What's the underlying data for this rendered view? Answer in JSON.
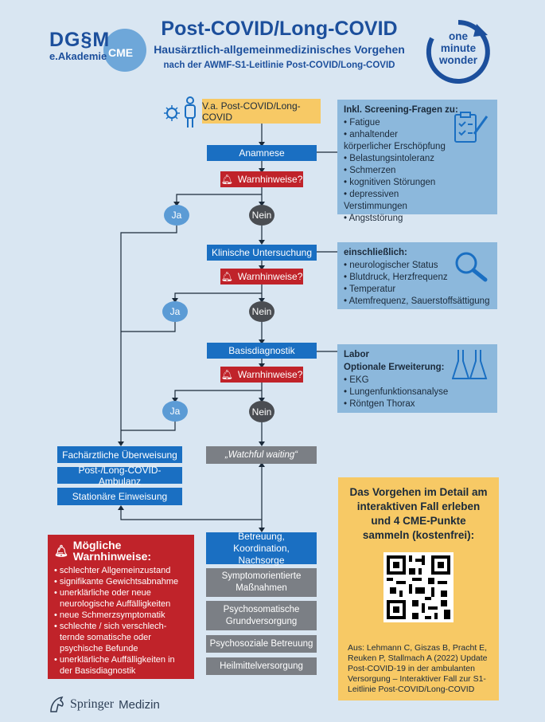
{
  "header": {
    "logo_dgm": "DG§M",
    "logo_akademie": "e.Akademie",
    "logo_cme": "CME",
    "title": "Post-COVID/Long-COVID",
    "subtitle": "Hausärztlich-allgemeinmedizinisches Vorgehen",
    "subtitle2": "nach der AWMF-S1-Leitlinie Post-COVID/Long-COVID",
    "badge_line1": "one",
    "badge_line2": "minute",
    "badge_line3": "wonder"
  },
  "flow": {
    "start": "V.a. Post-COVID/Long-COVID",
    "step1": "Anamnese",
    "step2": "Klinische Untersuchung",
    "step3": "Basisdiagnostik",
    "warn": "Warnhinweise?",
    "ja": "Ja",
    "nein": "Nein",
    "watchful": "„Watchful waiting“",
    "referrals": [
      "Fachärztliche Überweisung",
      "Post-/Long-COVID-Ambulanz",
      "Stationäre Einweisung"
    ],
    "care_head": "Betreuung, Koordination, Nachsorge",
    "care_items": [
      "Symptomorientierte Maßnahmen",
      "Psychosomatische Grundversorgung",
      "Psychosoziale Betreuung",
      "Heilmittelversorgung"
    ]
  },
  "info1": {
    "head": "Inkl. Screening-Fragen zu:",
    "items": [
      "Fatigue",
      "anhaltender körperlicher Erschöpfung",
      "Belastungsintoleranz",
      "Schmerzen",
      "kognitiven Störungen",
      "depressiven Verstimmungen",
      "Angststörung"
    ]
  },
  "info2": {
    "head": "einschließlich:",
    "items": [
      "neurologischer Status",
      "Blutdruck, Herzfrequenz",
      "Temperatur",
      "Atemfrequenz, Sauerstoffsättigung"
    ]
  },
  "info3": {
    "head": "Labor",
    "head2": "Optionale Erweiterung:",
    "items": [
      "EKG",
      "Lungenfunktionsanalyse",
      "Röntgen Thorax"
    ]
  },
  "warnings": {
    "head": "Mögliche Warnhinweise:",
    "items": [
      "schlechter Allgemeinzustand",
      "signifikante Gewichtsabnahme",
      "unerklärliche oder neue neurologische Auffälligkeiten",
      "neue Schmerzsymptomatik",
      "schlechte / sich verschlech-ternde somatische oder psychische Befunde",
      "unerklärliche Auffälligkeiten in der Basisdiagnostik"
    ]
  },
  "cta": {
    "head": "Das Vorgehen im Detail am interaktiven Fall erleben und 4 CME-Punkte sammeln (kostenfrei):",
    "reference": "Aus: Lehmann C, Giszas B, Pracht E, Reuken P, Stallmach A (2022) Update Post-COVID-19 in der ambulanten Versorgung – Interaktiver Fall zur S1-Leitlinie Post-COVID/Long-COVID"
  },
  "footer": {
    "springer": "Springer",
    "medizin": "Medizin"
  },
  "colors": {
    "background": "#d9e6f2",
    "blue": "#1a6fc2",
    "red": "#c0232a",
    "yellow": "#f7c965",
    "grey": "#7b7f85",
    "light_blue": "#8cb8dc"
  }
}
